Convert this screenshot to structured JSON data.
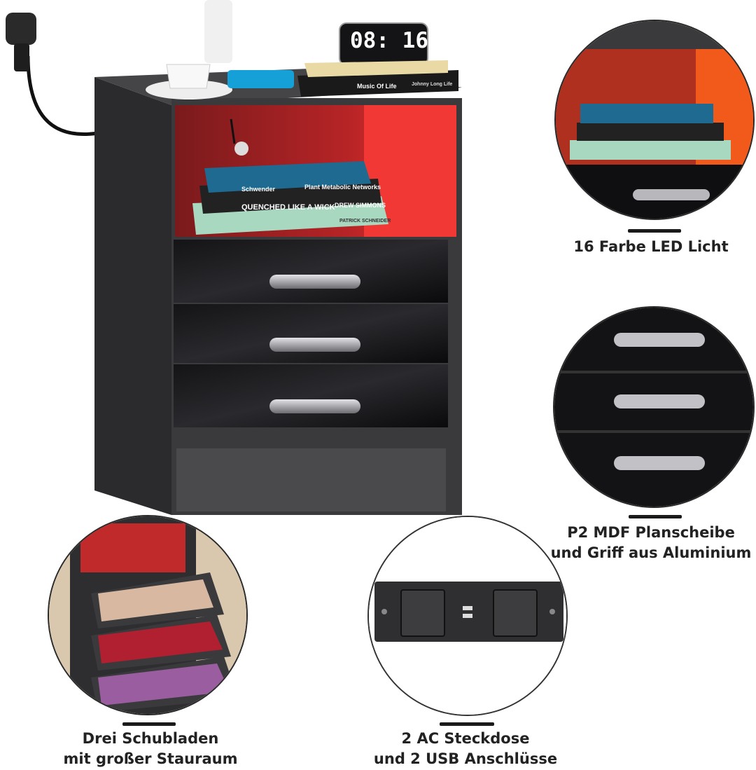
{
  "clock": {
    "time": "08: 16"
  },
  "books": {
    "top_1": "Music Of Life",
    "top_2": "Johnny Long Life",
    "shelf_1": "Schwender",
    "shelf_2": "Plant Metabolic Networks",
    "shelf_3": "QUENCHED LIKE A WICK",
    "shelf_4": "DREW SIMMONS",
    "shelf_5": "PATRICK SCHNEIDER"
  },
  "captions": {
    "led": "16 Farbe LED Licht",
    "drawer_line1": "P2 MDF Planscheibe",
    "drawer_line2": "und Griff aus Aluminium",
    "storage_line1": "Drei Schubladen",
    "storage_line2": "mit großer Stauraum",
    "outlet_line1": "2 AC Steckdose",
    "outlet_line2": "und 2 USB Anschlüsse"
  },
  "colors": {
    "cabinet": "#3a3a3c",
    "led_red": "#c8282a",
    "led_orange": "#e0501e",
    "gloss_black": "#0e0e10",
    "handle": "#b8b8bc"
  }
}
